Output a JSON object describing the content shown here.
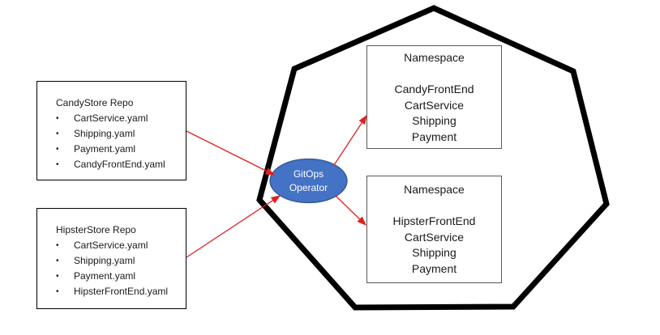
{
  "diagram": {
    "bullet": "•",
    "repos": [
      {
        "title": "CandyStore Repo",
        "files": [
          "CartService.yaml",
          "Shipping.yaml",
          "Payment.yaml",
          "CandyFrontEnd.yaml"
        ]
      },
      {
        "title": "HipsterStore Repo",
        "files": [
          "CartService.yaml",
          "Shipping.yaml",
          "Payment.yaml",
          "HipsterFrontEnd.yaml"
        ]
      }
    ],
    "operator": {
      "line1": "GitOps",
      "line2": "Operator"
    },
    "namespaces": [
      {
        "title": "Namespace",
        "services": [
          "CandyFrontEnd",
          "CartService",
          "Shipping",
          "Payment"
        ]
      },
      {
        "title": "Namespace",
        "services": [
          "HipsterFrontEnd",
          "CartService",
          "Shipping",
          "Payment"
        ]
      }
    ],
    "colors": {
      "operator_fill": "#4472C4",
      "operator_stroke": "#2F5496",
      "arrow": "#E02020",
      "cluster_stroke": "#000000"
    }
  }
}
